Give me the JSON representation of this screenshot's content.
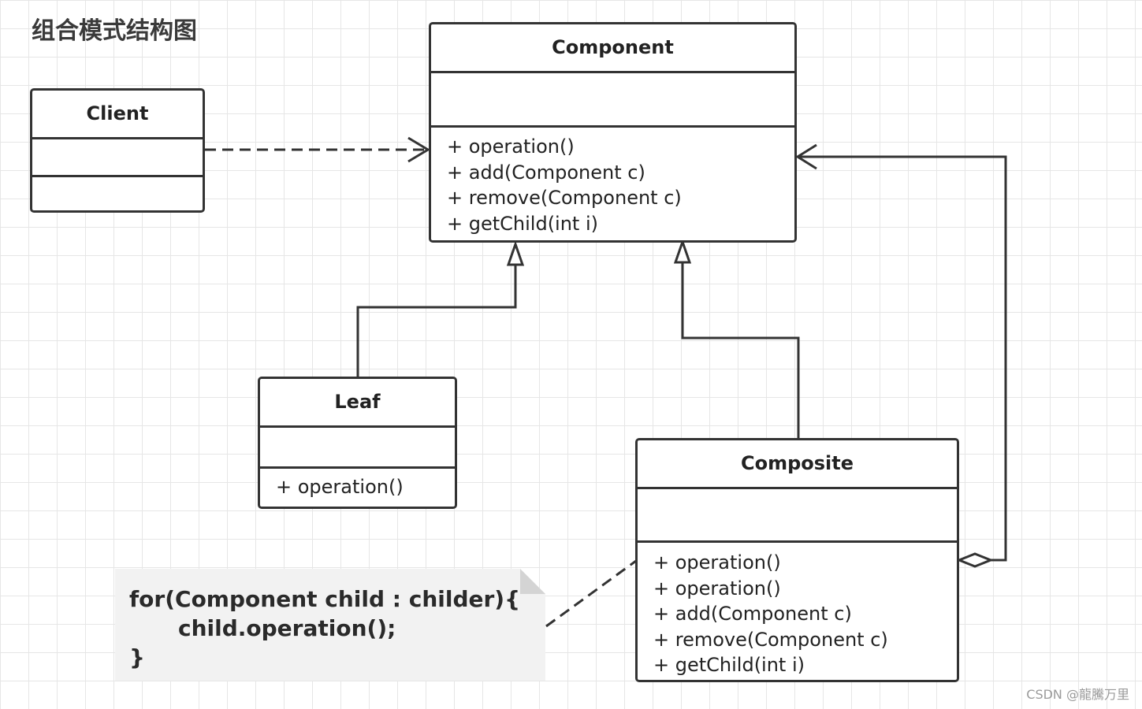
{
  "title": "组合模式结构图",
  "classes": {
    "client": {
      "name": "Client",
      "operations": []
    },
    "component": {
      "name": "Component",
      "operations": [
        "+ operation()",
        "+ add(Component c)",
        "+ remove(Component c)",
        "+ getChild(int i)"
      ]
    },
    "leaf": {
      "name": "Leaf",
      "operations": [
        "+ operation()"
      ]
    },
    "composite": {
      "name": "Composite",
      "operations": [
        "+ operation()",
        "+ operation()",
        "+ add(Component c)",
        "+ remove(Component c)",
        "+ getChild(int i)"
      ]
    }
  },
  "note": {
    "line1": "for(Component child : childer){",
    "line2": "child.operation();",
    "line3": "}"
  },
  "relations": [
    {
      "from": "Client",
      "to": "Component",
      "kind": "dependency"
    },
    {
      "from": "Leaf",
      "to": "Component",
      "kind": "generalization"
    },
    {
      "from": "Composite",
      "to": "Component",
      "kind": "generalization"
    },
    {
      "from": "Composite",
      "to": "Component",
      "kind": "aggregation"
    }
  ],
  "colors": {
    "line": "#333333",
    "grid": "#e6e6e6",
    "note_bg": "#f2f2f2"
  },
  "watermark": "CSDN @龍騰万里"
}
